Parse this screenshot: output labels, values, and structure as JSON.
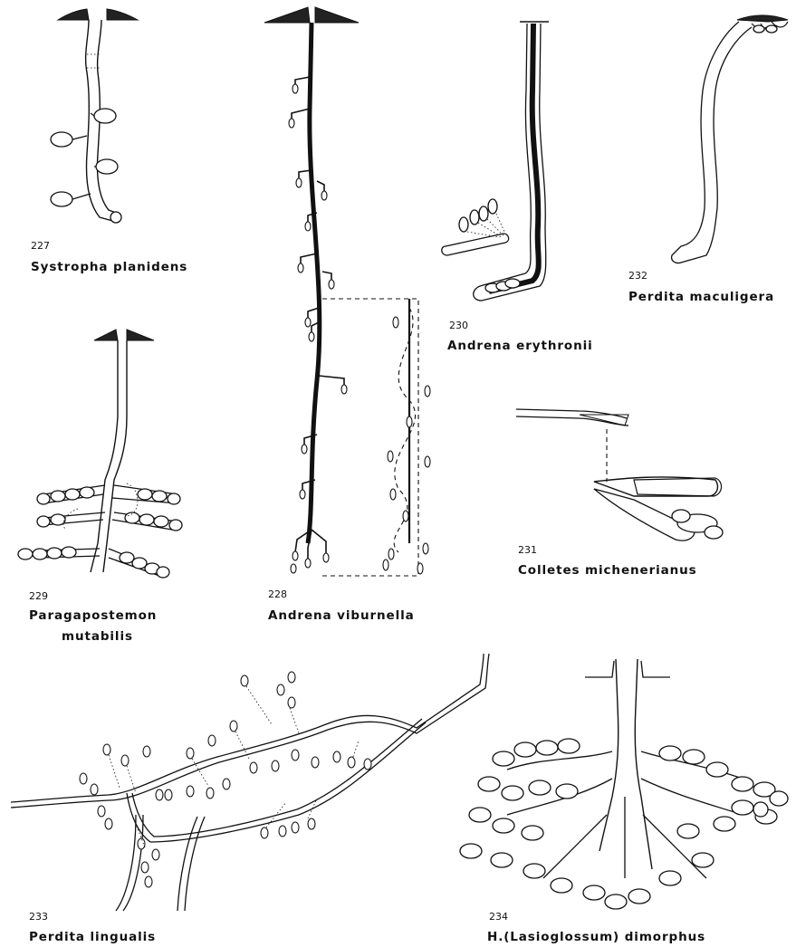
{
  "figures": [
    {
      "number": "227",
      "caption": "Systropha planidens"
    },
    {
      "number": "228",
      "caption": "Andrena viburnella"
    },
    {
      "number": "229",
      "caption": "Paragapostemon",
      "caption_line2": "mutabilis"
    },
    {
      "number": "230",
      "caption": "Andrena erythronii"
    },
    {
      "number": "231",
      "caption": "Colletes michenerianus"
    },
    {
      "number": "232",
      "caption": "Perdita maculigera"
    },
    {
      "number": "233",
      "caption": "Perdita lingualis"
    },
    {
      "number": "234",
      "caption": "H.(Lasioglossum) dimorphus"
    }
  ]
}
